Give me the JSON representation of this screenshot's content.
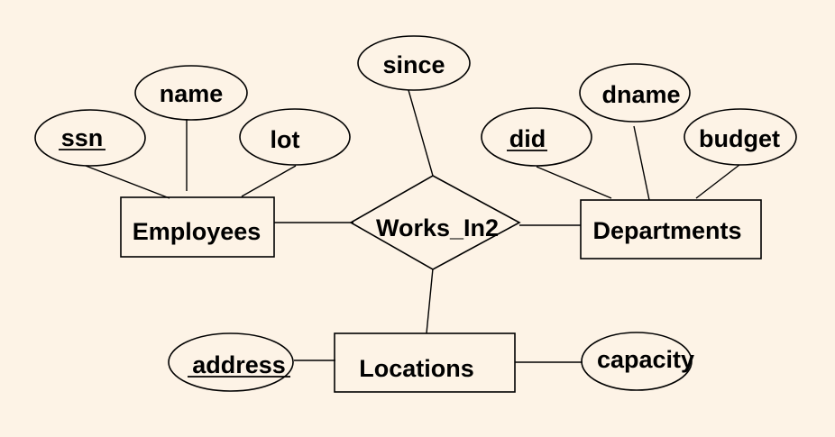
{
  "background_color": "#fdf3e6",
  "line_color": "#000000",
  "entities": {
    "employees": "Employees",
    "departments": "Departments",
    "locations": "Locations"
  },
  "relationship": {
    "works_in2": "Works_In2"
  },
  "attributes": {
    "ssn": "ssn",
    "name": "name",
    "lot": "lot",
    "since": "since",
    "did": "did",
    "dname": "dname",
    "budget": "budget",
    "address": "address",
    "capacity": "capacity"
  },
  "key_attributes": [
    "ssn",
    "did",
    "address"
  ]
}
